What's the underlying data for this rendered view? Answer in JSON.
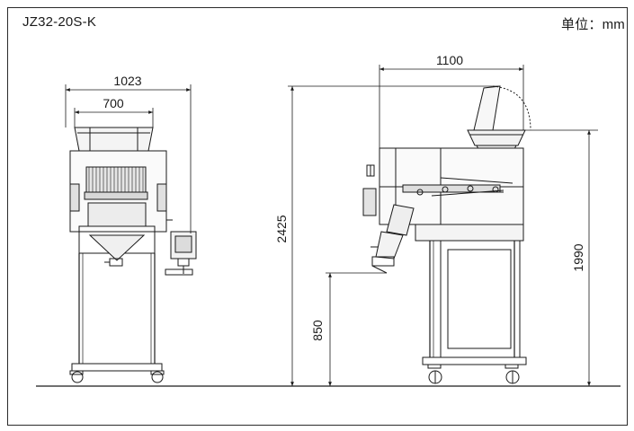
{
  "header": {
    "model": "JZ32-20S-K",
    "unit": "单位：mm"
  },
  "front_view": {
    "width_overall": "1023",
    "width_hopper": "700"
  },
  "side_view": {
    "depth": "1100",
    "height_overall": "2425",
    "height_hopper": "1990",
    "height_discharge": "850"
  }
}
